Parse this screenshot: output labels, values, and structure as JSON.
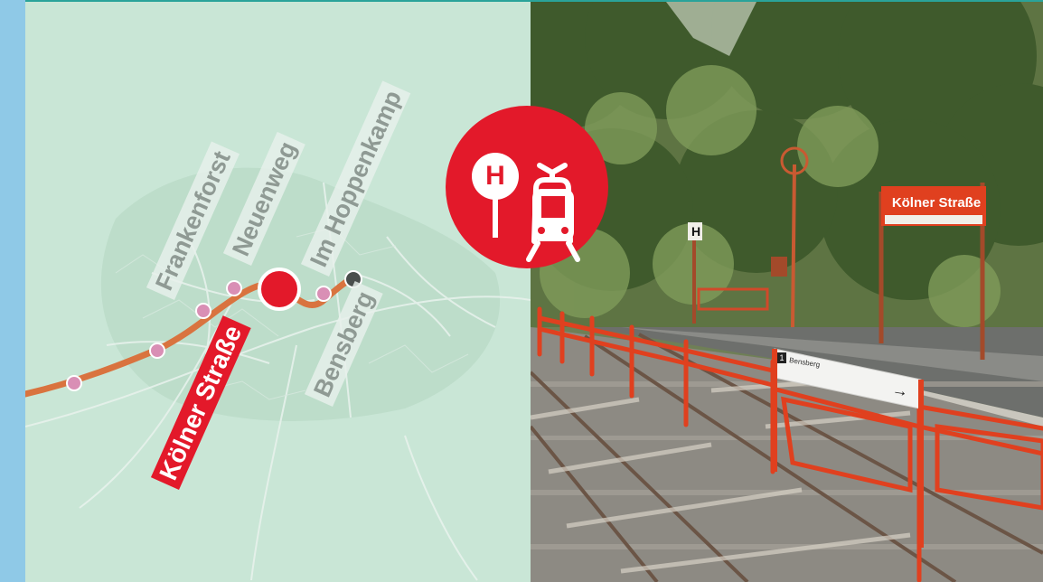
{
  "map": {
    "stops": [
      {
        "name": "Frankenforst",
        "highlight": false
      },
      {
        "name": "Neuenweg",
        "highlight": false
      },
      {
        "name": "Kölner Straße",
        "highlight": true
      },
      {
        "name": "Im Hoppenkamp",
        "highlight": false
      },
      {
        "name": "Bensberg",
        "highlight": false
      }
    ]
  },
  "badge": {
    "icons": [
      "bus-stop-h-icon",
      "tram-icon"
    ],
    "stop_letter": "H"
  },
  "photo": {
    "station_sign": "Kölner Straße",
    "platform_h_sign": "H",
    "direction_board": "Bensberg",
    "direction_board_number": "1",
    "direction_arrow": "→"
  },
  "colors": {
    "accent_red": "#e3192a",
    "line_orange": "#d9733f",
    "stop_dot": "#d98fb5",
    "map_bg": "#c9e6d6",
    "sidebar": "#8fc9e7"
  }
}
